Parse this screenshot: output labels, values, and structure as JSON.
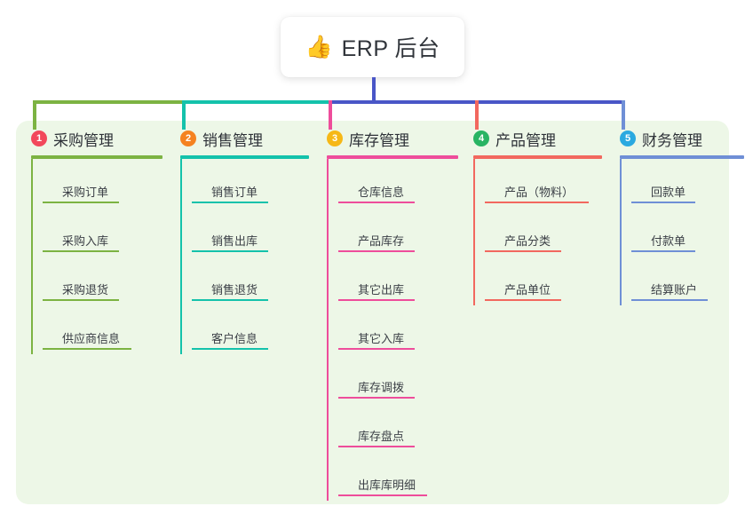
{
  "root": {
    "icon": "thumbs-up-icon",
    "emoji": "👍",
    "title": "ERP 后台"
  },
  "colors": {
    "panel_background": "#edf7e7",
    "root_stem": "#4956c7",
    "bus_left": "#7cb342",
    "bus_mid": "#14c2ab",
    "bus_right": "#4956c7"
  },
  "columns": [
    {
      "number": "1",
      "title": "采购管理",
      "badge_color": "#f2485b",
      "line_color": "#7cb342",
      "items": [
        {
          "label": "采购订单",
          "rule_width": 86
        },
        {
          "label": "采购入库",
          "rule_width": 86
        },
        {
          "label": "采购退货",
          "rule_width": 86
        },
        {
          "label": "供应商信息",
          "rule_width": 100
        }
      ]
    },
    {
      "number": "2",
      "title": "销售管理",
      "badge_color": "#f58220",
      "line_color": "#14c2ab",
      "items": [
        {
          "label": "销售订单",
          "rule_width": 86
        },
        {
          "label": "销售出库",
          "rule_width": 86
        },
        {
          "label": "销售退货",
          "rule_width": 86
        },
        {
          "label": "客户信息",
          "rule_width": 86
        }
      ]
    },
    {
      "number": "3",
      "title": "库存管理",
      "badge_color": "#f6b817",
      "line_color": "#ee4d9b",
      "items": [
        {
          "label": "仓库信息",
          "rule_width": 86
        },
        {
          "label": "产品库存",
          "rule_width": 86
        },
        {
          "label": "其它出库",
          "rule_width": 86
        },
        {
          "label": "其它入库",
          "rule_width": 86
        },
        {
          "label": "库存调拨",
          "rule_width": 86
        },
        {
          "label": "库存盘点",
          "rule_width": 86
        },
        {
          "label": "出库库明细",
          "rule_width": 100
        }
      ]
    },
    {
      "number": "4",
      "title": "产品管理",
      "badge_color": "#28b463",
      "line_color": "#f2685f",
      "items": [
        {
          "label": "产品（物料）",
          "rule_width": 117
        },
        {
          "label": "产品分类",
          "rule_width": 86
        },
        {
          "label": "产品单位",
          "rule_width": 86
        }
      ]
    },
    {
      "number": "5",
      "title": "财务管理",
      "badge_color": "#2aa9e0",
      "line_color": "#6f8fd6",
      "items": [
        {
          "label": "回款单",
          "rule_width": 72
        },
        {
          "label": "付款单",
          "rule_width": 72
        },
        {
          "label": "结算账户",
          "rule_width": 86
        }
      ]
    }
  ]
}
